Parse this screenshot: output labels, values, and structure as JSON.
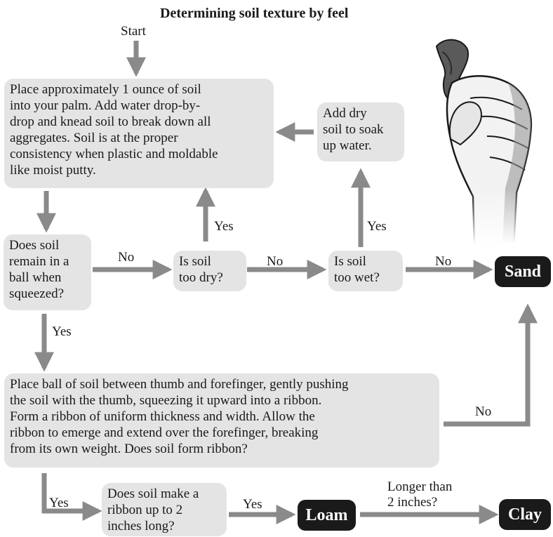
{
  "title": "Determining soil texture by feel",
  "start_label": "Start",
  "colors": {
    "box_fill": "#e4e4e4",
    "arrow": "#8a8a8a",
    "result_fill": "#1a1a1a",
    "result_text": "#ffffff"
  },
  "nodes": {
    "place_soil": "Place approximately 1 ounce of soil\ninto your palm.  Add water drop-by-\ndrop and knead soil to break down all\naggregates.  Soil is at the proper\nconsistency when plastic and moldable\nlike moist putty.",
    "add_dry": "Add dry\nsoil to soak\nup water.",
    "remain_ball": "Does soil\nremain in a\nball when\nsqueezed?",
    "too_dry": "Is soil\ntoo dry?",
    "too_wet": "Is soil\ntoo wet?",
    "ribbon": "Place ball of soil between thumb and forefinger, gently pushing\nthe soil with the thumb, squeezing it upward into a ribbon.\nForm a ribbon of uniform thickness and width.  Allow the\nribbon to emerge and extend over the forefinger, breaking\nfrom its own weight.  Does soil form ribbon?",
    "ribbon_length": "Does soil make a\nribbon up to 2\ninches long?"
  },
  "results": {
    "sand": "Sand",
    "loam": "Loam",
    "clay": "Clay"
  },
  "edge_labels": {
    "ball_no": "No",
    "dry_no": "No",
    "wet_no": "No",
    "dry_yes": "Yes",
    "wet_yes": "Yes",
    "ball_yes": "Yes",
    "ribbon_no": "No",
    "ribbon_yes": "Yes",
    "length_yes": "Yes",
    "longer": "Longer than\n2 inches?"
  },
  "illustration": "hand-squeezing-soil-icon"
}
